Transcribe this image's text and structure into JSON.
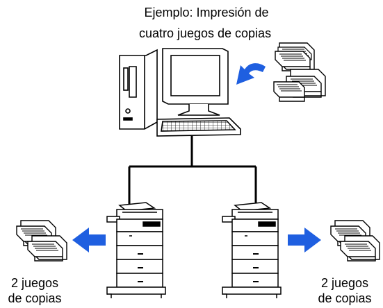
{
  "caption": {
    "line1": "Ejemplo: Impresión de",
    "line2": "cuatro juegos de copias"
  },
  "left_output": {
    "line1": "2 juegos",
    "line2": "de copias"
  },
  "right_output": {
    "line1": "2 juegos",
    "line2": "de copias"
  },
  "colors": {
    "arrow": "#1f5fe0",
    "line": "#000000",
    "page": "#ffffff"
  },
  "icons": [
    "computer-tower-icon",
    "monitor-icon",
    "keyboard-icon",
    "document-stack-icon",
    "printer-icon",
    "arrow-icon"
  ]
}
